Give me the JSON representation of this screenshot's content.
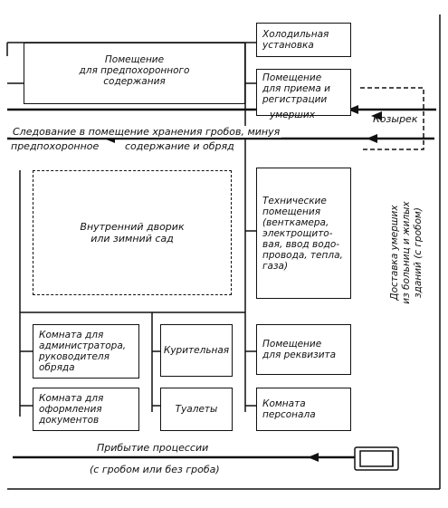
{
  "rooms": {
    "cold_unit": "Холодильная\nустановка",
    "pre_burial": "Помещение\nдля предпохоронного\nсодержания",
    "reception": "Помещение\nдля приема и\nрегистрации",
    "reception_tail": "умерших",
    "technical": "Технические\nпомещения\n(венткамера,\nэлектрощито-\nвая, ввод водо-\nпровода, тепла,\nгаза)",
    "courtyard": "Внутренний дворик\nили зимний сад",
    "administrator": "Комната для\nадминистратора,\nруководителя\nобряда",
    "smoking": "Курительная",
    "props": "Помещение\nдля реквизита",
    "documents": "Комната для\nоформления\nдокументов",
    "toilets": "Туалеты",
    "staff": "Комната\nперсонала"
  },
  "labels": {
    "canopy": "Козырек",
    "route_line1": "Следование в помещение хранения гробов, минуя",
    "route_line2_a": "предпохоронное",
    "route_line2_b": "содержание и обряд",
    "delivery": "Доставка умерших\nиз больниц и жилых\nзданий (с гробом)",
    "arrival_line1": "Прибытие процессии",
    "arrival_line2": "(с гробом или без гроба)"
  }
}
